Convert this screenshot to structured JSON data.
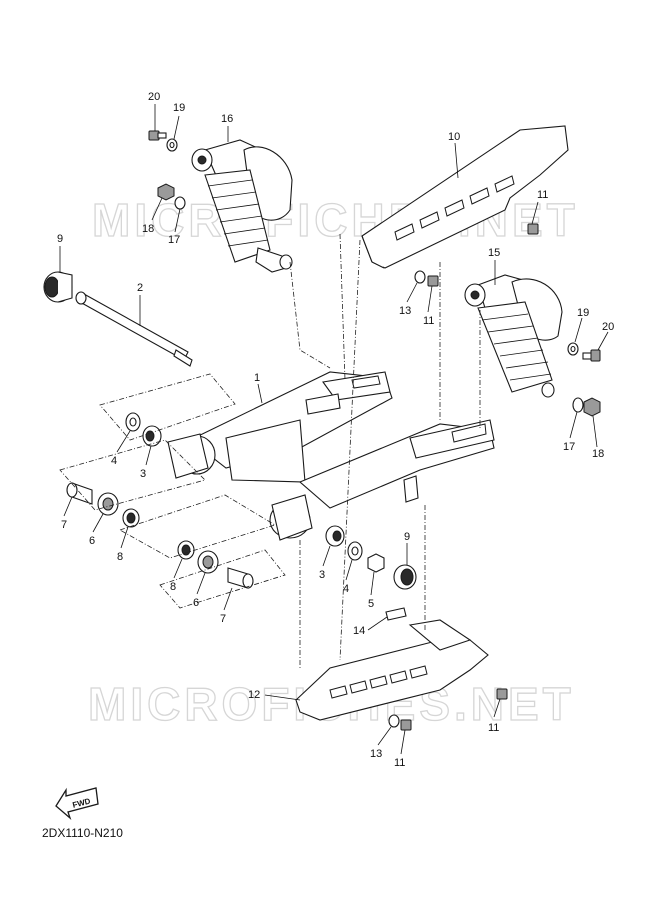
{
  "watermark": "MICROFICHES.NET",
  "diagram_code": "2DX1110-N210",
  "fwd_label": "FWD",
  "callouts": {
    "c1": "1",
    "c2": "2",
    "c3a": "3",
    "c3b": "3",
    "c4a": "4",
    "c4b": "4",
    "c5": "5",
    "c6a": "6",
    "c6b": "6",
    "c7a": "7",
    "c7b": "7",
    "c8a": "8",
    "c8b": "8",
    "c9a": "9",
    "c9b": "9",
    "c10": "10",
    "c11a": "11",
    "c11b": "11",
    "c11c": "11",
    "c11d": "11",
    "c12": "12",
    "c13a": "13",
    "c13b": "13",
    "c14": "14",
    "c15": "15",
    "c16": "16",
    "c17a": "17",
    "c17b": "17",
    "c18a": "18",
    "c18b": "18",
    "c19a": "19",
    "c19b": "19",
    "c20a": "20",
    "c20b": "20"
  }
}
